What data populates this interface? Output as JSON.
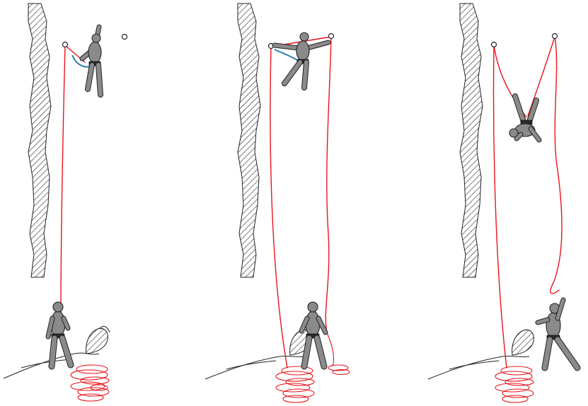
{
  "figure": {
    "panels": [
      {
        "id": "panel-1",
        "stage": "leader-anchored-to-first-bolt"
      },
      {
        "id": "panel-2",
        "stage": "leader-clipping-traverse"
      },
      {
        "id": "panel-3",
        "stage": "leader-falling-rope-catches"
      }
    ],
    "colors": {
      "rope": "#e8141c",
      "climber": "#8a8a8a",
      "sling": "#2a7fa8",
      "outline": "#222222"
    }
  }
}
